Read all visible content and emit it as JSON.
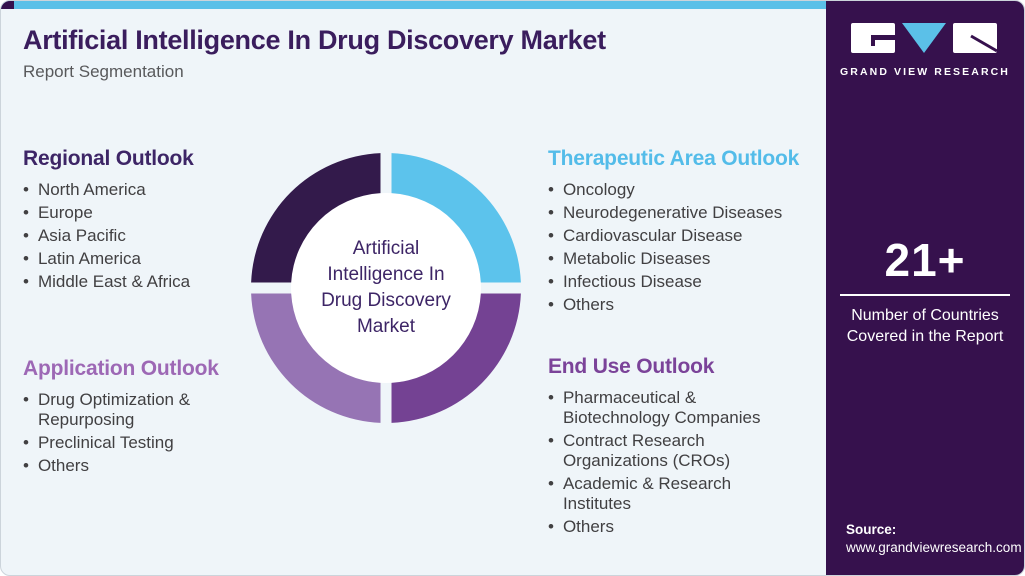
{
  "header": {
    "title": "Artificial Intelligence In Drug Discovery Market",
    "subtitle": "Report Segmentation"
  },
  "sections": {
    "regional": {
      "heading": "Regional Outlook",
      "color": "#3d2566",
      "items": [
        "North America",
        "Europe",
        "Asia Pacific",
        "Latin America",
        "Middle East & Africa"
      ]
    },
    "application": {
      "heading": "Application Outlook",
      "color": "#9d68b5",
      "items": [
        "Drug Optimization &\nRepurposing",
        "Preclinical Testing",
        "Others"
      ]
    },
    "therapeutic": {
      "heading": "Therapeutic Area Outlook",
      "color": "#53bce9",
      "items": [
        "Oncology",
        "Neurodegenerative Diseases",
        "Cardiovascular Disease",
        "Metabolic Diseases",
        "Infectious Disease",
        "Others"
      ]
    },
    "end_use": {
      "heading": "End Use Outlook",
      "color": "#7b4399",
      "items": [
        "Pharmaceutical &\nBiotechnology Companies",
        "Contract Research\nOrganizations (CROs)",
        "Academic & Research\nInstitutes",
        "Others"
      ]
    }
  },
  "donut": {
    "center_label": "Artificial\nIntelligence In\nDrug Discovery\nMarket",
    "segments": [
      {
        "label": "Regional Outlook",
        "color": "#331a4b"
      },
      {
        "label": "Therapeutic Area Outlook",
        "color": "#5cc3ec"
      },
      {
        "label": "End Use Outlook",
        "color": "#744293"
      },
      {
        "label": "Application Outlook",
        "color": "#9674b4"
      }
    ]
  },
  "sidebar": {
    "brand": "GRAND VIEW RESEARCH",
    "stat_value": "21+",
    "stat_caption": "Number of Countries\nCovered in the Report",
    "source_label": "Source:",
    "source_url": "www.grandviewresearch.com",
    "bg_color": "#36114d",
    "accent_color": "#5bc0e8"
  }
}
